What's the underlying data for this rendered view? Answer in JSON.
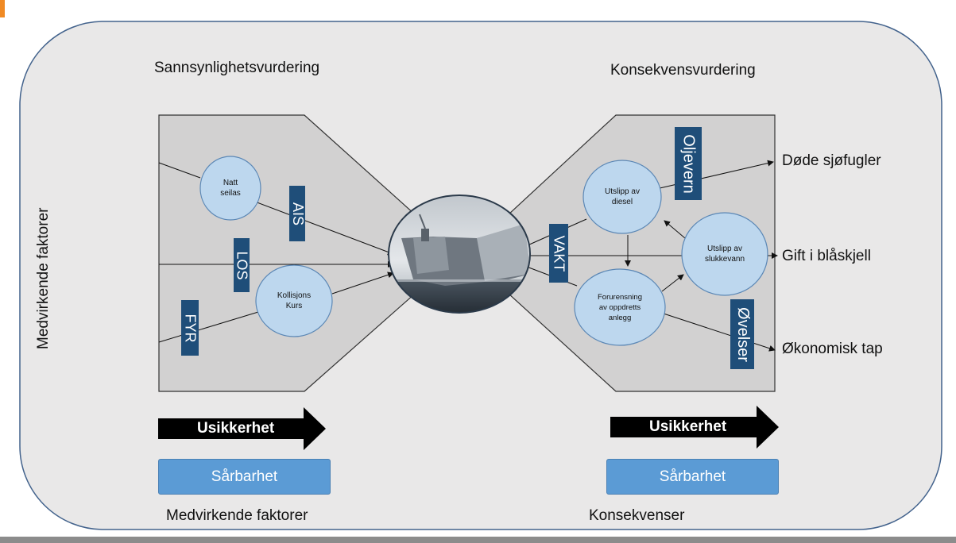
{
  "headings": {
    "left": "Sannsynlighetsvurdering",
    "right": "Konsekvensvurdering"
  },
  "side_label": "Medvirkende faktorer",
  "left_nodes": {
    "natt": "Natt\nseilas",
    "kollisjon": "Kollisjons\nKurs"
  },
  "right_nodes": {
    "diesel": "Utslipp av\ndiesel",
    "slukkevann": "Utslipp av\nslukkevann",
    "forurensning": "Forurensning\nav oppdretts\nanlegg"
  },
  "barriers": {
    "ais": "AIS",
    "los": "LOS",
    "fyr": "FYR",
    "vakt": "VAKT",
    "oljevern": "Oljevern",
    "ovelser": "Øvelser"
  },
  "outcomes": {
    "sjofugler": "Døde sjøfugler",
    "blaskjell": "Gift i blåskjell",
    "okonomisk": "Økonomisk tap"
  },
  "usikkerhet": {
    "left": "Usikkerhet",
    "right": "Usikkerhet"
  },
  "sarbarhet": {
    "left": "Sårbarhet",
    "right": "Sårbarhet"
  },
  "footer": {
    "left": "Medvirkende faktorer",
    "right": "Konsekvenser"
  },
  "colors": {
    "panel_bg": "#e9e8e8",
    "bowtie_fill": "#d2d1d1",
    "node_fill": "#bdd7ee",
    "node_stroke": "#5b87b5",
    "barrier_fill": "#1f4e79",
    "sarbarhet_fill": "#5b9bd5",
    "accent_corner": "#f08a24"
  },
  "center_image": "capsized-ship-icon"
}
